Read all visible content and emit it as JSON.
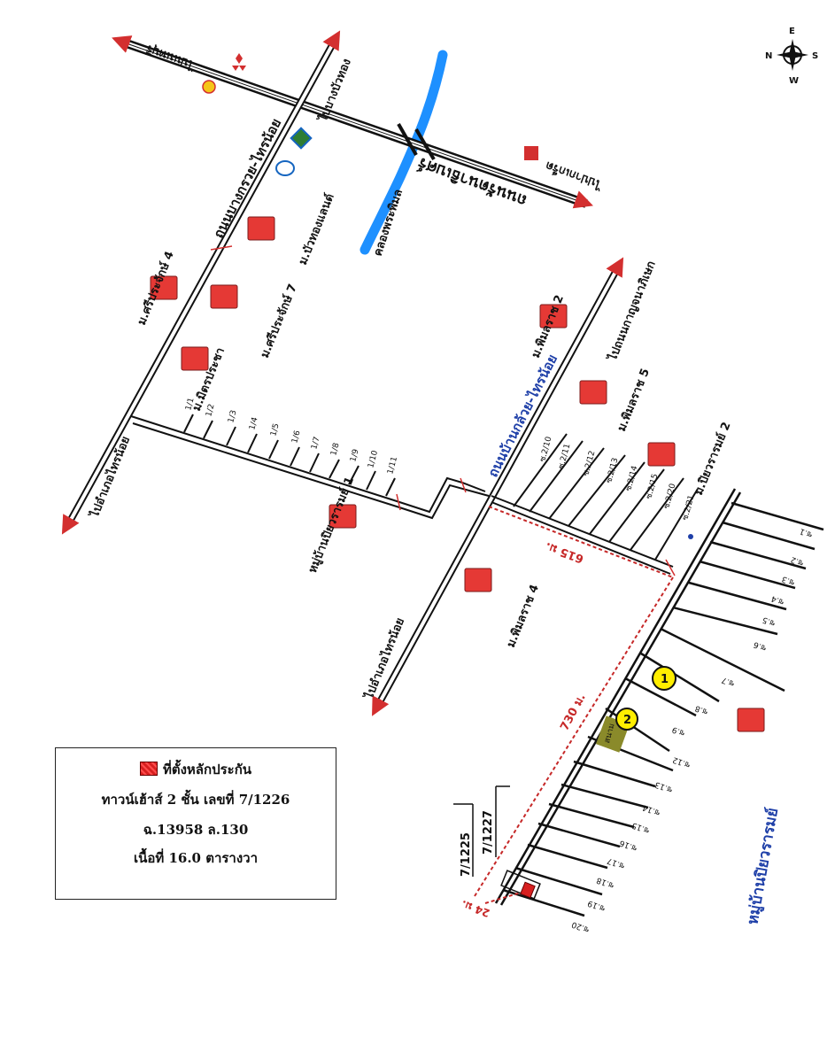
{
  "compass": {
    "n": "N",
    "e": "E",
    "s": "S",
    "w": "W"
  },
  "roads": {
    "main_cross": "ถนนบางกรวย-ไทรน้อย",
    "rattanathibet": "ถนนรัตนาธิเบศร์",
    "ban_kluay": "ถนนบ้านกล้วย-ไทรน้อย",
    "canal": "คลองพระพิมล"
  },
  "directions": {
    "to_bang_bua_thong": "ไปบางบัวทอง",
    "to_nonthaburi": "ไปนนทบุรี",
    "to_pak_kret": "ไปปากเกร็ด",
    "to_sai_noi_1": "ไปอำเภอไทรน้อย",
    "to_sai_noi_2": "ไปอำเภอไทรน้อย",
    "to_kanchanaphisek": "ไปถนนกาญจนาภิเษก"
  },
  "villages": [
    "ม.บัวทองแลนด์",
    "ม.ศรีประจักษ์ 4",
    "ม.ศรีประจักษ์ 7",
    "ม.มิตรประชา",
    "ม.พิมลราช 2",
    "ม.พิมลราช 5",
    "ม.ปิยวรารมย์ 2",
    "หมู่บ้านปิยวรารมย์ 1",
    "ม.พิมลราช 4",
    "หมู่บ้านปิยวรารมย์"
  ],
  "sois_left": [
    "1/1",
    "1/2",
    "1/3",
    "1/4",
    "1/5",
    "1/6",
    "1/7",
    "1/8",
    "1/9",
    "1/10",
    "1/11"
  ],
  "sois_mid": [
    "ซ.2/10",
    "ซ.2/11",
    "ซ.2/12",
    "ซ.2/13",
    "ซ.2/14",
    "ซ.2/15",
    "ซ.2/20",
    "ซ.2/21"
  ],
  "sois_right": [
    "ซ.1",
    "ซ.2",
    "ซ.3",
    "ซ.4",
    "ซ.5",
    "ซ.6",
    "ซ.7",
    "ซ.8",
    "ซ.9",
    "ซ.12",
    "ซ.13",
    "ซ.14",
    "ซ.15",
    "ซ.16",
    "ซ.17",
    "ซ.18",
    "ซ.19",
    "ซ.20"
  ],
  "distances": {
    "d1": "615 ม.",
    "d2": "730 ม.",
    "d3": "24 ม."
  },
  "markers": {
    "one": "1",
    "two": "2",
    "park": "สนาม"
  },
  "plots": {
    "a": "7/1225",
    "b": "7/1227"
  },
  "legend": {
    "title": "ที่ตั้งหลักประกัน",
    "line1": "ทาวน์เฮ้าส์ 2 ชั้น เลขที่ 7/1226",
    "line2": "ฉ.13958  ล.130",
    "line3": "เนื้อที่ 16.0 ตารางวา"
  },
  "colors": {
    "road": "#111111",
    "arrow": "#d32f2f",
    "canal": "#1e90ff",
    "marker": "#ffee00",
    "dist": "#c62828",
    "park": "#8a8a2a"
  }
}
